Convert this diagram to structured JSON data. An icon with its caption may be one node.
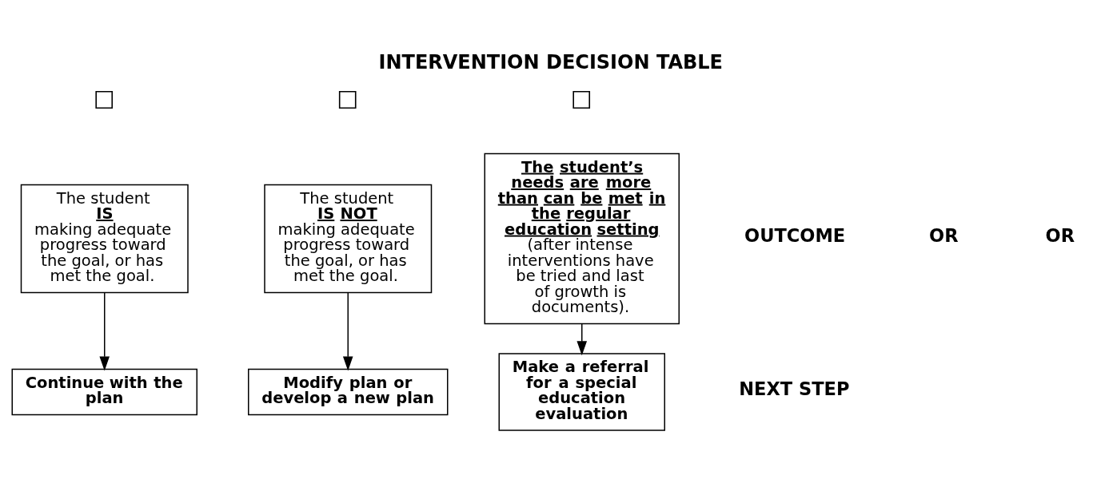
{
  "diagram": {
    "title": "INTERVENTION DECISION TABLE",
    "nodes": [
      {
        "text": [
          "The student **IS** making adequate progress toward the goal, or has met the goal."
        ]
      },
      {
        "text": [
          "The student **IS NOT** making adequate progress toward the goal, or has met the goal."
        ]
      },
      {
        "text": [
          "**The student’s needs are more than can be met in the regular education setting** (after intense interventions have be tried and last of growth is documents)."
        ]
      },
      {
        "text": [
          "Continue with the plan"
        ]
      },
      {
        "text": [
          "Modify plan or develop a new plan"
        ]
      },
      {
        "text": [
          "Make a referral for a special education evaluation"
        ]
      }
    ],
    "edges": [
      {
        "from": 0,
        "to": 3,
        "arrow": "to"
      },
      {
        "from": 1,
        "to": 4,
        "arrow": "to"
      },
      {
        "from": 2,
        "to": 5,
        "arrow": "to"
      }
    ],
    "labels": [
      "☐",
      "☐",
      "☐",
      "OUTCOME",
      "OR",
      "OR",
      "NEXT STEP"
    ]
  }
}
